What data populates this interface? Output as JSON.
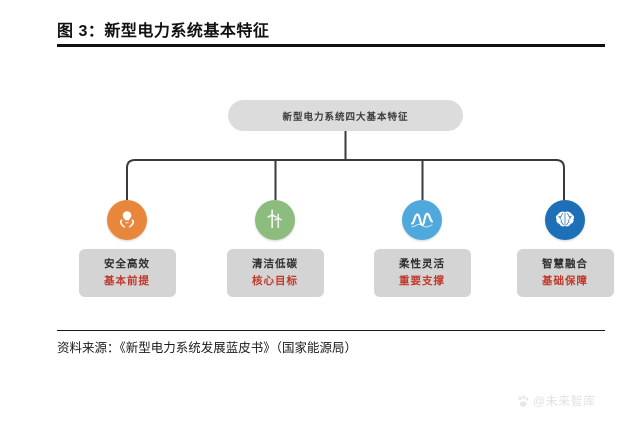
{
  "header": {
    "figure_title": "图 3：新型电力系统基本特征"
  },
  "diagram": {
    "type": "tree",
    "root": {
      "label": "新型电力系统四大基本特征",
      "fill": "#dcdcdc",
      "text_color": "#3a3a3a"
    },
    "connector_color": "#3a3a3a",
    "nodes": [
      {
        "title": "安全高效",
        "subtitle": "基本前提",
        "icon": "lightbulb-in-hands-icon",
        "icon_color": "#e8863c",
        "box_fill": "#d4d4d4",
        "title_color": "#2e2e2e",
        "subtitle_color": "#c0392b"
      },
      {
        "title": "清洁低碳",
        "subtitle": "核心目标",
        "icon": "wind-turbine-icon",
        "icon_color": "#8cbd7e",
        "box_fill": "#d4d4d4",
        "title_color": "#2e2e2e",
        "subtitle_color": "#c0392b"
      },
      {
        "title": "柔性灵活",
        "subtitle": "重要支撑",
        "icon": "waveform-icon",
        "icon_color": "#4fa9dd",
        "box_fill": "#d4d4d4",
        "title_color": "#2e2e2e",
        "subtitle_color": "#c0392b"
      },
      {
        "title": "智慧融合",
        "subtitle": "基础保障",
        "icon": "brain-icon",
        "icon_color": "#1d6fb8",
        "box_fill": "#d4d4d4",
        "title_color": "#2e2e2e",
        "subtitle_color": "#c0392b"
      }
    ]
  },
  "footer": {
    "source": "资料来源：《新型电力系统发展蓝皮书》（国家能源局）"
  },
  "watermark": {
    "text": "@未来智库",
    "icon": "paw-logo-icon"
  }
}
